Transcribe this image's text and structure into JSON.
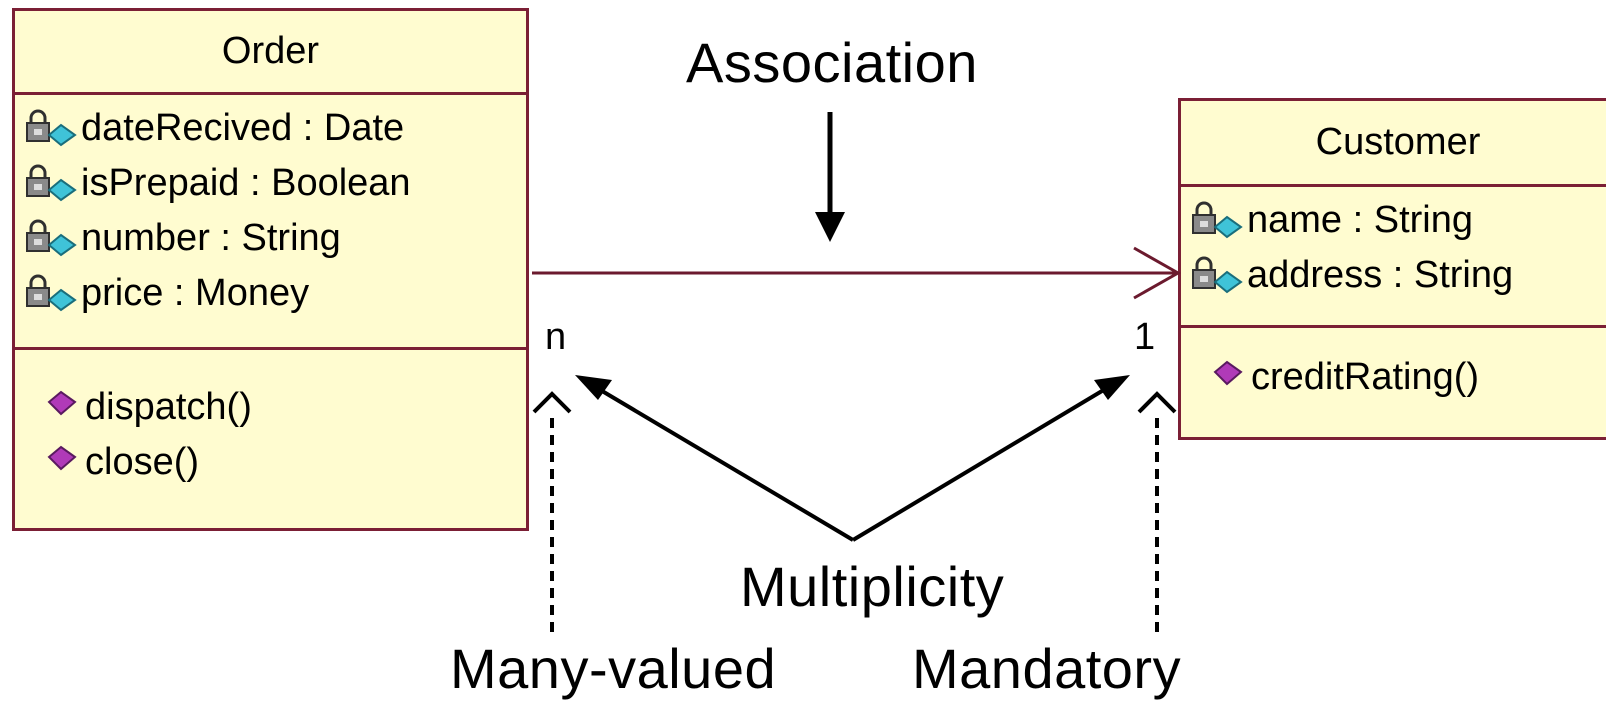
{
  "classes": {
    "order": {
      "name": "Order",
      "attributes": [
        {
          "text": "dateRecived : Date",
          "icon": "private-attribute-icon"
        },
        {
          "text": "isPrepaid : Boolean",
          "icon": "private-attribute-icon"
        },
        {
          "text": "number : String",
          "icon": "private-attribute-icon"
        },
        {
          "text": "price : Money",
          "icon": "private-attribute-icon"
        }
      ],
      "operations": [
        {
          "text": "dispatch()",
          "icon": "operation-icon"
        },
        {
          "text": "close()",
          "icon": "operation-icon"
        }
      ]
    },
    "customer": {
      "name": "Customer",
      "attributes": [
        {
          "text": "name : String",
          "icon": "private-attribute-icon"
        },
        {
          "text": "address : String",
          "icon": "private-attribute-icon"
        }
      ],
      "operations": [
        {
          "text": "creditRating()",
          "icon": "operation-icon"
        }
      ]
    }
  },
  "association": {
    "multiplicity_order_end": "n",
    "multiplicity_customer_end": "1"
  },
  "annotations": {
    "association": "Association",
    "multiplicity": "Multiplicity",
    "many_valued": "Many-valued",
    "mandatory": "Mandatory"
  },
  "colors": {
    "class_fill": "#fffcd0",
    "class_border": "#7b1f35",
    "association_line": "#6b1a2e",
    "operation_icon": "#b03ab8",
    "attribute_icon_key": "#3fc3d8",
    "attribute_icon_lock": "#808080"
  }
}
